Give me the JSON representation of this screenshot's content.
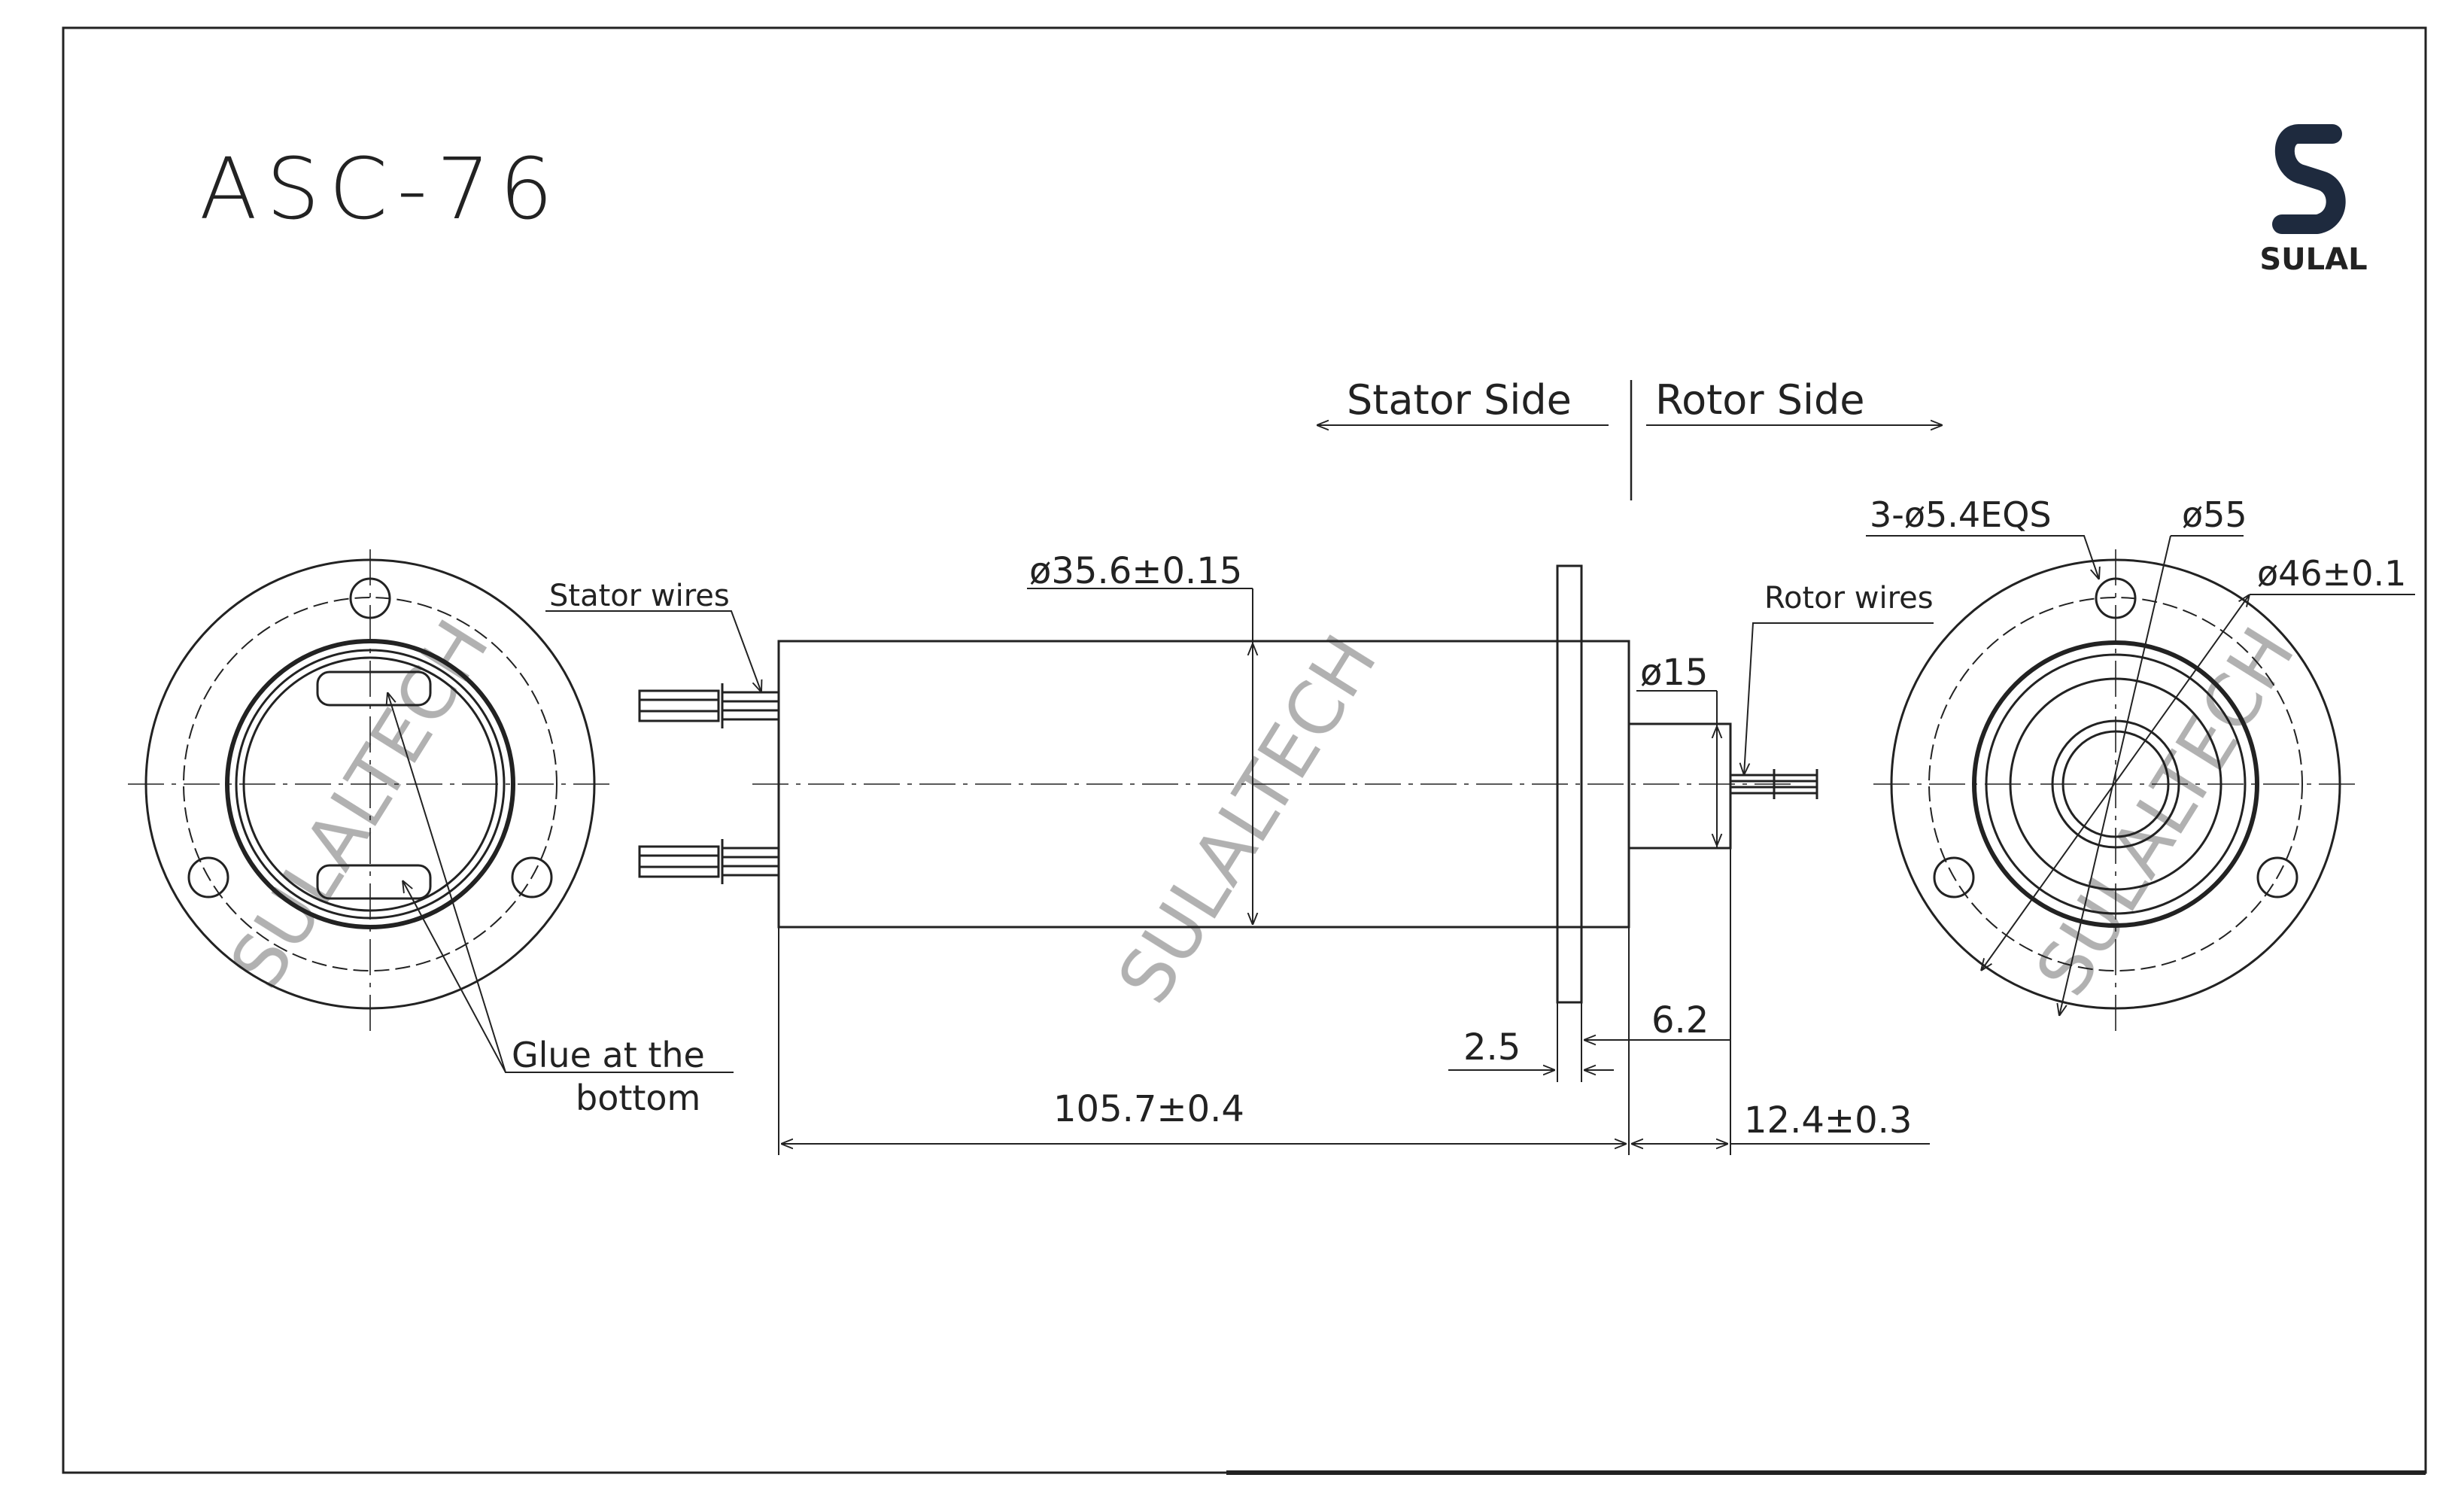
{
  "title": "ASC-76",
  "logo": {
    "text": "SULAL",
    "color": "#1e2a3e"
  },
  "watermark": "SULALTECH",
  "labels": {
    "stator_side": "Stator Side",
    "rotor_side": "Rotor Side",
    "stator_wires": "Stator wires",
    "rotor_wires": "Rotor wires",
    "glue_line1": "Glue at the",
    "glue_line2": "bottom"
  },
  "dimensions": {
    "body_diameter": "ø35.6±0.15",
    "shaft_diameter": "ø15",
    "holes": "3-ø5.4EQS",
    "flange_diameter": "ø55",
    "pcd": "ø46±0.1",
    "flange_thickness": "2.5",
    "flange_to_shaft": "6.2",
    "body_length": "105.7±0.4",
    "shaft_length": "12.4±0.3"
  },
  "colors": {
    "line": "#222222",
    "watermark": "#d8d8d8"
  }
}
